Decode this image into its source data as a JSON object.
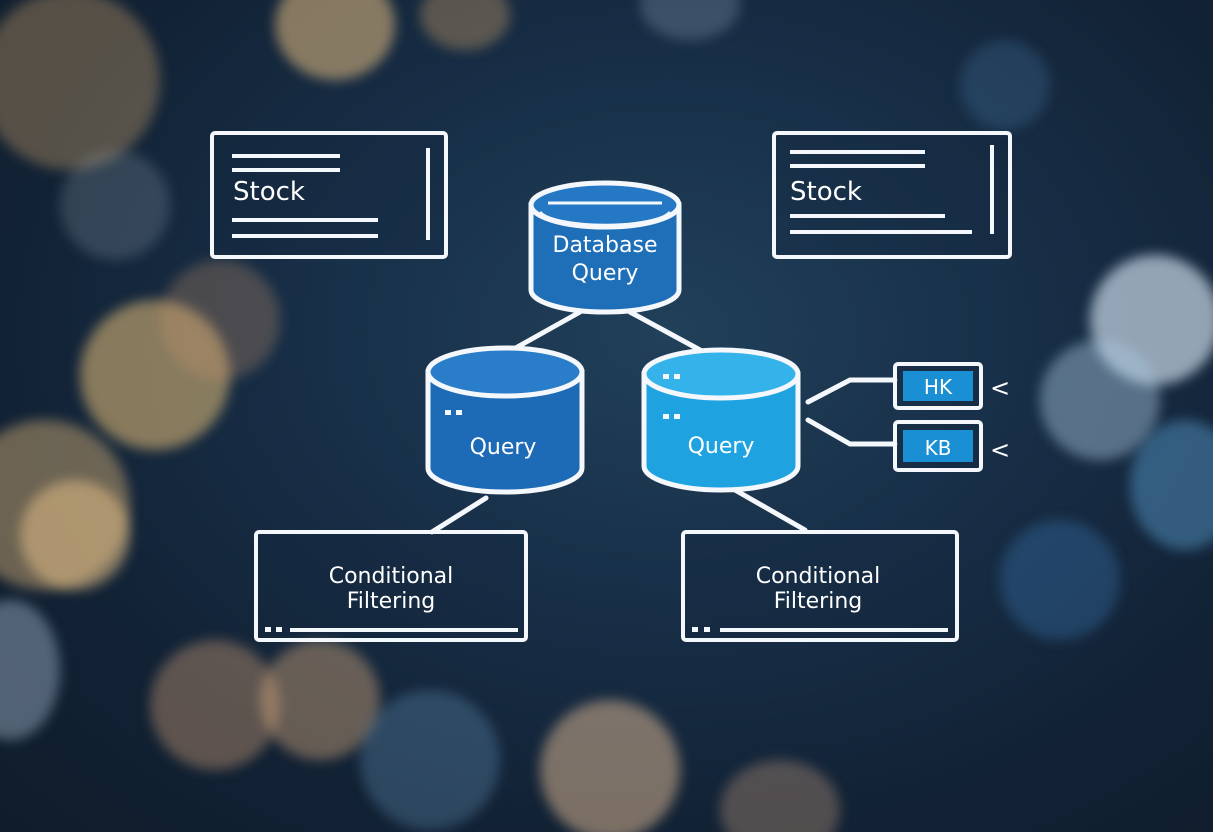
{
  "colors": {
    "outline": "#f4f7fb",
    "db_top": "#1f6fb8",
    "db_side": "#1d6ab6",
    "db_light": "#2a9ad8",
    "tag_fill": "#1b8fd4",
    "text": "#ffffff"
  },
  "diagram": {
    "stock_left": {
      "label": "Stock"
    },
    "stock_right": {
      "label": "Stock"
    },
    "database": {
      "line1": "Database",
      "line2": "Query"
    },
    "query_left": {
      "label": "Query"
    },
    "query_right": {
      "label": "Query"
    },
    "filter_left": {
      "line1": "Conditional",
      "line2": "Filtering"
    },
    "filter_right": {
      "line1": "Conditional",
      "line2": "Filtering"
    },
    "tag_top": {
      "label": "HK",
      "arrow": "<"
    },
    "tag_bottom": {
      "label": "KB",
      "arrow": "<"
    }
  }
}
